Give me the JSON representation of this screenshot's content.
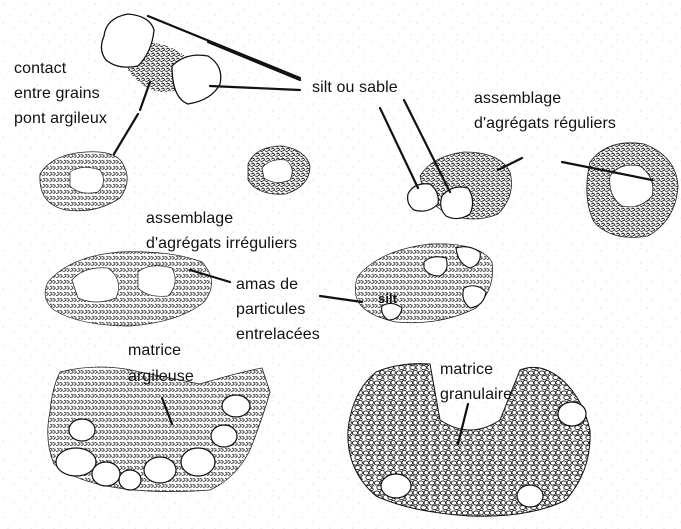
{
  "labels": {
    "contact_line1": "contact",
    "contact_line2": "entre grains",
    "contact_line3": "pont argileux",
    "silt_sable": "silt ou sable",
    "regular_line1": "assemblage",
    "regular_line2": "d'agrégats réguliers",
    "irregular_line1": "assemblage",
    "irregular_line2": "d'agrégats irréguliers",
    "amas_line1": "amas de",
    "amas_line2": "particules",
    "amas_line3": "entrelacées",
    "silt": "silt",
    "matrice_arg_line1": "matrice",
    "matrice_arg_line2": "argileuse",
    "matrice_gran_line1": "matrice",
    "matrice_gran_line2": "granulaire"
  },
  "colors": {
    "ink": "#111111",
    "background": "#ffffff",
    "speckle": "#b8b8b8"
  }
}
